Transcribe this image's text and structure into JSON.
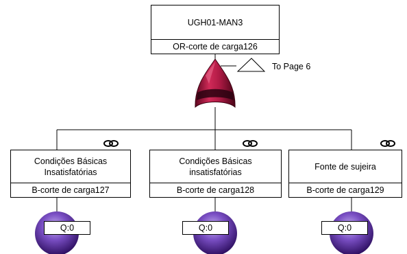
{
  "top_event": {
    "name": "UGH01-MAN3",
    "gate_label": "OR-corte de carga126",
    "transfer_label": "To Page 6",
    "gate_type": "OR"
  },
  "events": [
    {
      "title": "Condições Básicas Insatisfatórias",
      "label": "B-corte de carga127",
      "q": "Q:0"
    },
    {
      "title": "Condições Básicas insatisfatórias",
      "label": "B-corte de carga128",
      "q": "Q:0"
    },
    {
      "title": "Fonte de sujeira",
      "label": "B-corte de carga129",
      "q": "Q:0"
    }
  ],
  "colors": {
    "gate_dark": "#7a0a2c",
    "gate_mid": "#c8234f",
    "sphere_dark": "#3a1670",
    "sphere_light": "#a98be0"
  },
  "icons": [
    "link-icon",
    "transfer-triangle-icon"
  ]
}
